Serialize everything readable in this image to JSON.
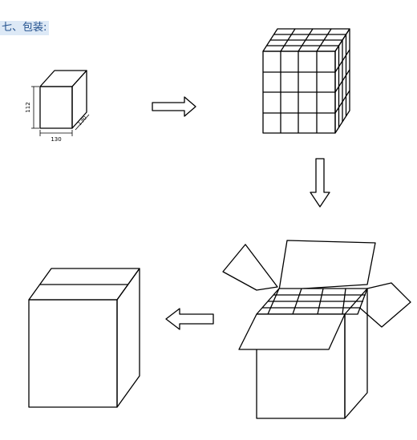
{
  "section": {
    "title": "七、包装:",
    "accent_color": "#1f4e8c",
    "highlight_color": "#dde9f6"
  },
  "single_box": {
    "width_label": "130",
    "height_label": "112",
    "depth_label": "130"
  },
  "arrows": [
    {
      "direction": "right",
      "name": "arrow-right-icon"
    },
    {
      "direction": "down",
      "name": "arrow-down-icon"
    },
    {
      "direction": "left",
      "name": "arrow-left-icon"
    }
  ]
}
